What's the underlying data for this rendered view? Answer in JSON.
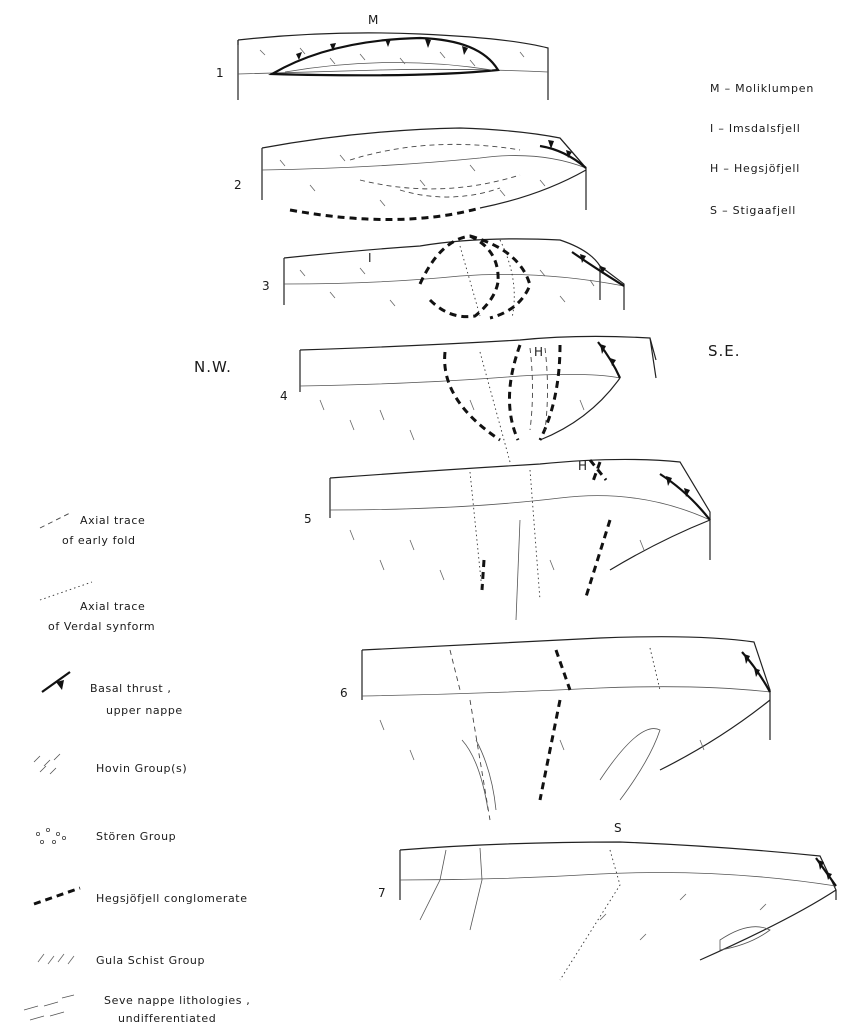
{
  "sections": [
    {
      "number": "1",
      "label": "M"
    },
    {
      "number": "2",
      "label": ""
    },
    {
      "number": "3",
      "label": "I"
    },
    {
      "number": "4",
      "label": "H"
    },
    {
      "number": "5",
      "label": "H"
    },
    {
      "number": "6",
      "label": ""
    },
    {
      "number": "7",
      "label": "S"
    }
  ],
  "directions": {
    "left": "N.W.",
    "right": "S.E."
  },
  "key": [
    "M – Moliklumpen",
    "I – Imsdalsfjell",
    "H – Hegsjöfjell",
    "S – Stigaafjell"
  ],
  "legend": [
    {
      "icon": "early-fold-axial-trace-symbol",
      "lines": [
        "Axial trace",
        "of early fold"
      ]
    },
    {
      "icon": "verdal-synform-axial-trace-symbol",
      "lines": [
        "Axial trace",
        "of Verdal synform"
      ]
    },
    {
      "icon": "basal-thrust-symbol",
      "lines": [
        "Basal thrust ,",
        "upper nappe"
      ]
    },
    {
      "icon": "hovin-group-pattern",
      "lines": [
        "Hovin Group(s)"
      ]
    },
    {
      "icon": "storen-group-pattern",
      "lines": [
        "Stören Group"
      ]
    },
    {
      "icon": "hegsjofjell-conglomerate-symbol",
      "lines": [
        "Hegsjöfjell conglomerate"
      ]
    },
    {
      "icon": "gula-schist-pattern",
      "lines": [
        "Gula Schist Group"
      ]
    },
    {
      "icon": "seve-nappe-pattern",
      "lines": [
        "Seve nappe lithologies ,",
        "undifferentiated"
      ]
    }
  ]
}
